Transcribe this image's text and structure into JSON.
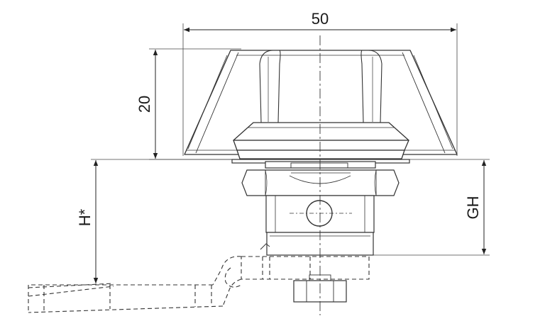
{
  "dimensions": {
    "top_width": "50",
    "cap_height": "20",
    "lever_height": "H*",
    "grip_height": "GH"
  }
}
